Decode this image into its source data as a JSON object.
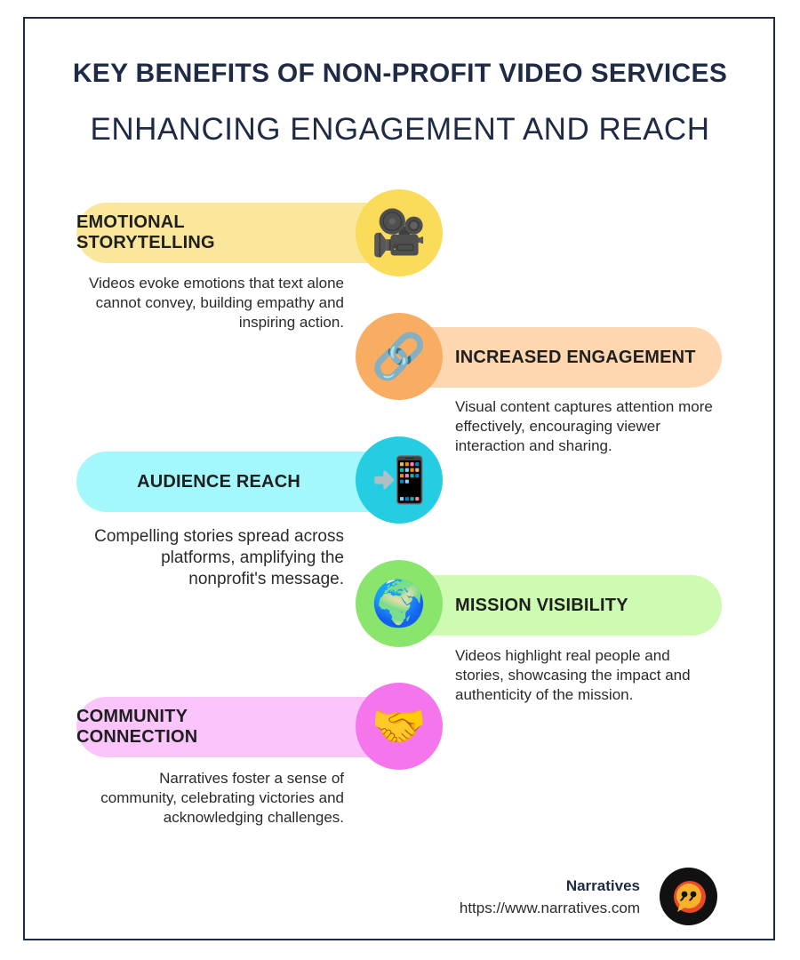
{
  "header": {
    "title": "KEY BENEFITS OF NON-PROFIT VIDEO SERVICES",
    "subtitle": "ENHANCING ENGAGEMENT AND REACH"
  },
  "benefits": [
    {
      "title": "EMOTIONAL STORYTELLING",
      "icon": "movie-camera-icon",
      "glyph": "🎥",
      "pill_color": "#fbe79b",
      "circle_color": "#fbdb5a",
      "description": "Videos evoke emotions that text alone cannot convey, building empathy and inspiring action."
    },
    {
      "title": "INCREASED ENGAGEMENT",
      "icon": "link-icon",
      "glyph": "🔗",
      "pill_color": "#fed7b0",
      "circle_color": "#f9ad63",
      "description": "Visual content captures attention more effectively, encouraging viewer interaction and sharing."
    },
    {
      "title": "AUDIENCE REACH",
      "icon": "mobile-phone-arrow-icon",
      "glyph": "📲",
      "pill_color": "#a4f7fb",
      "circle_color": "#25cde3",
      "description": "Compelling stories spread across platforms, amplifying the nonprofit's message."
    },
    {
      "title": "MISSION VISIBILITY",
      "icon": "globe-icon",
      "glyph": "🌍",
      "pill_color": "#cdfbb2",
      "circle_color": "#8ae56d",
      "description": "Videos highlight real people and stories, showcasing the impact and authenticity of the mission."
    },
    {
      "title": "COMMUNITY CONNECTION",
      "icon": "handshake-icon",
      "glyph": "🤝",
      "pill_color": "#fbc5fb",
      "circle_color": "#f576ec",
      "description": "Narratives foster a sense of community, celebrating victories and acknowledging challenges."
    }
  ],
  "footer": {
    "brand": "Narratives",
    "url": "https://www.narratives.com",
    "logo_icon": "speech-bubble-logo-icon",
    "logo_colors": {
      "bubble": "#f5b22a",
      "ring": "#e8492b",
      "background": "#111111"
    }
  }
}
